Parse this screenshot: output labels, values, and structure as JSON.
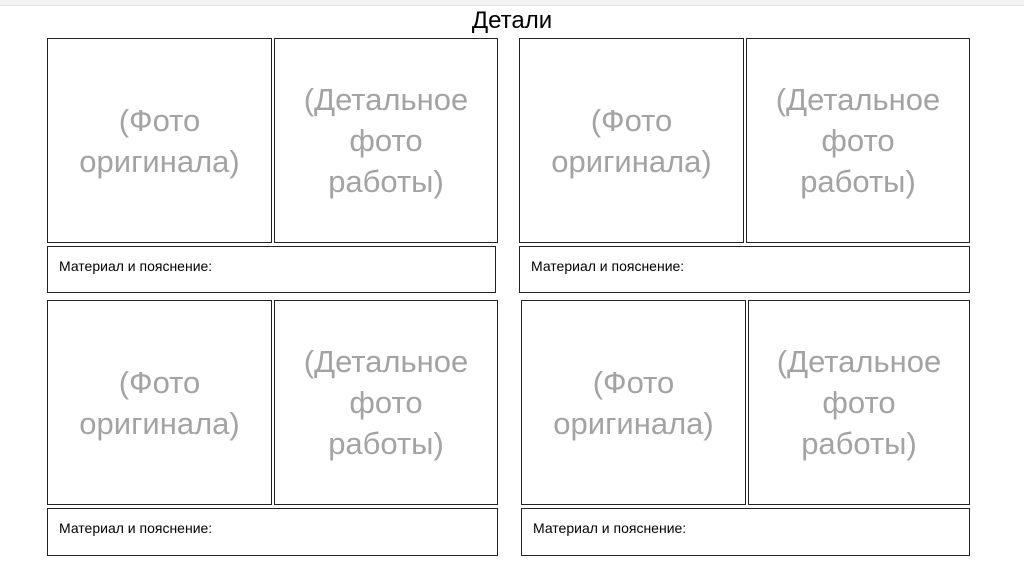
{
  "page": {
    "title": "Детали"
  },
  "panels": [
    {
      "original_placeholder": "(Фото\nоригинала)",
      "detail_placeholder": "(Детальное\nфото\nработы)",
      "note_label": "Материал и пояснение:"
    },
    {
      "original_placeholder": "(Фото\nоригинала)",
      "detail_placeholder": "(Детальное\nфото\nработы)",
      "note_label": "Материал и пояснение:"
    },
    {
      "original_placeholder": "(Фото\nоригинала)",
      "detail_placeholder": "(Детальное\nфото\nработы)",
      "note_label": "Материал и пояснение:"
    },
    {
      "original_placeholder": "(Фото\nоригинала)",
      "detail_placeholder": "(Детальное\nфото\nработы)",
      "note_label": "Материал и пояснение:"
    }
  ]
}
